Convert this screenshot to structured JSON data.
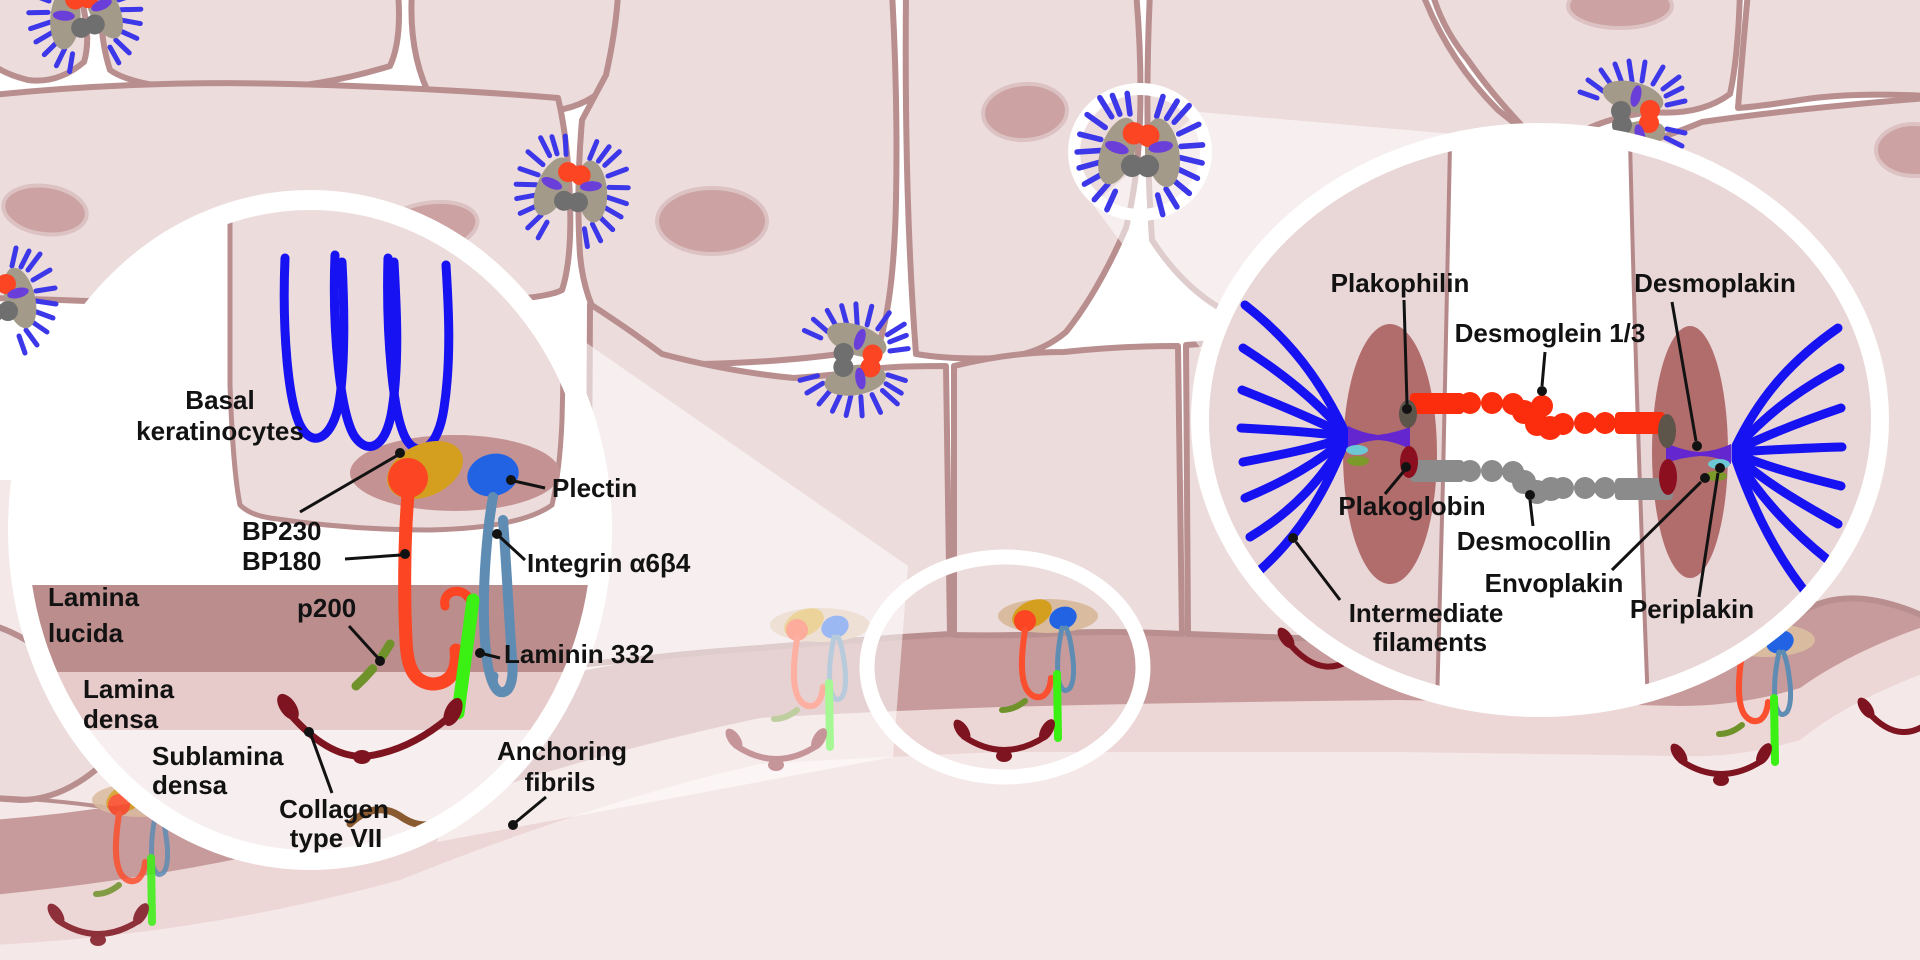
{
  "figure": {
    "type": "medical-illustration",
    "subject": "Epidermal adhesion structures: desmosome and hemidesmosome (basement membrane zone)"
  },
  "left_inset": {
    "basal_keratinocytes": [
      "Basal",
      "keratinocytes"
    ],
    "plectin": "Plectin",
    "bp230": "BP230",
    "bp180": "BP180",
    "integrin": "Integrin α6β4",
    "p200": "p200",
    "laminin_332": "Laminin 332",
    "lamina_lucida": [
      "Lamina",
      "lucida"
    ],
    "lamina_densa": [
      "Lamina",
      "densa"
    ],
    "sublamina_densa": [
      "Sublamina",
      "densa"
    ],
    "collagen_type_vii": [
      "Collagen",
      "type VII"
    ],
    "anchoring_fibrils": [
      "Anchoring",
      "fibrils"
    ]
  },
  "right_inset": {
    "plakophilin": "Plakophilin",
    "desmoplakin": "Desmoplakin",
    "desmoglein_13": "Desmoglein 1/3",
    "plakoglobin": "Plakoglobin",
    "desmocollin": "Desmocollin",
    "envoplakin": "Envoplakin",
    "periplakin": "Periplakin",
    "intermediate_filaments": [
      "Intermediate",
      "filaments"
    ]
  },
  "colors": {
    "cell_fill": "#EDDCDC",
    "cell_border": "#B98E8E",
    "nucleus": "#CCA2A2",
    "membrane_band": "#C79B9B",
    "lamina_lucida_band": "#BC8D8D",
    "lamina_densa_band": "#E7CACA",
    "dermis": "#F5E8E8",
    "keratin_blue": "#1612F2",
    "desmoglein_red": "#FC2D0C",
    "desmocollin_gray": "#8B8B8B",
    "desmoplakin_purple": "#6426CF",
    "plakophilin_taupe": "#5D544A",
    "plakoglobin_dark_red": "#8C0F1F",
    "envoplakin_cyan": "#6CC8D4",
    "periplakin_olive": "#7C9A2A",
    "plectin_blue": "#2263E3",
    "bp230_gold": "#D49E1E",
    "bp_red": "#FB4523",
    "integrin_steel_blue": "#5F8CB3",
    "laminin_green": "#3BF013",
    "p200_olive": "#6F922B",
    "collagen_dark_red": "#7E141F",
    "anchoring_brown": "#8A5A30"
  }
}
